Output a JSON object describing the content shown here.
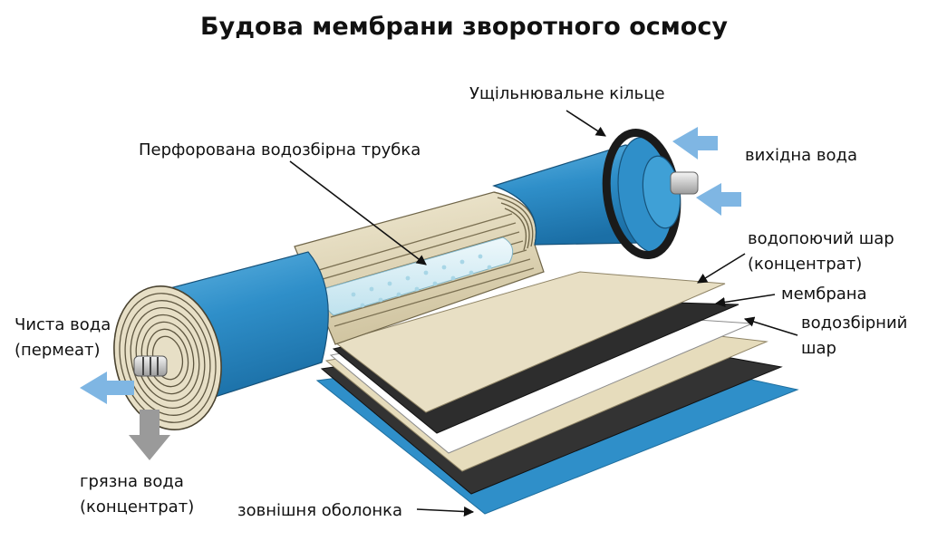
{
  "title": "Будова мембрани зворотного осмосу",
  "labels": {
    "seal_ring": "Ущільнювальне кільце",
    "perforated_tube": "Перфорована водозбірна трубка",
    "outlet_water": "вихідна вода",
    "feed_spacer_1": "водопоючий шар",
    "feed_spacer_2": "(концентрат)",
    "membrane": "мембрана",
    "collector_1": "водозбірний",
    "collector_2": "шар",
    "clean_water_1": "Чиста вода",
    "clean_water_2": "(пермеат)",
    "dirty_water_1": "грязна вода",
    "dirty_water_2": "(концентрат)",
    "outer_shell": "зовнішня оболонка"
  },
  "colors": {
    "shell_blue": "#2f8fc9",
    "wrap_beige": "#e8dfc4",
    "membrane_dark": "#2d2d2d",
    "arrow_light_blue": "#7fb6e3",
    "arrow_gray": "#9a9a9a"
  }
}
